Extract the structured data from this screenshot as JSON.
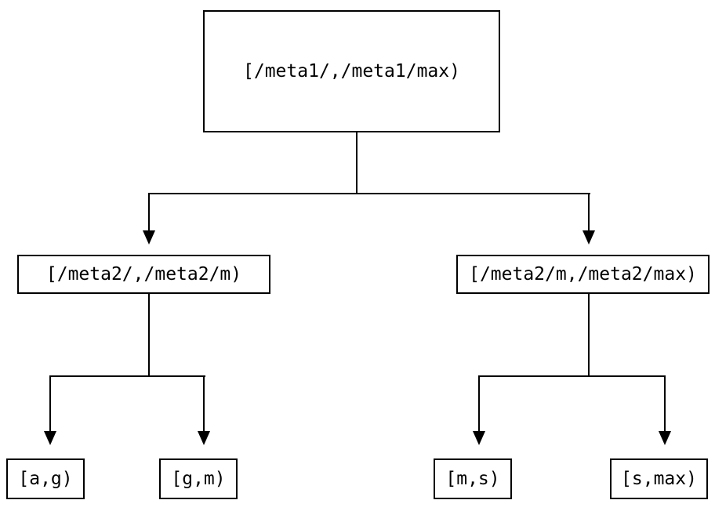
{
  "diagram": {
    "root": {
      "label": "[/meta1/,/meta1/max)"
    },
    "level1": [
      {
        "label": "[/meta2/,/meta2/m)"
      },
      {
        "label": "[/meta2/m,/meta2/max)"
      }
    ],
    "leaves": [
      {
        "label": "[a,g)"
      },
      {
        "label": "[g,m)"
      },
      {
        "label": "[m,s)"
      },
      {
        "label": "[s,max)"
      }
    ],
    "colors": {
      "line": "#000000",
      "background": "#ffffff",
      "text": "#000000"
    }
  }
}
